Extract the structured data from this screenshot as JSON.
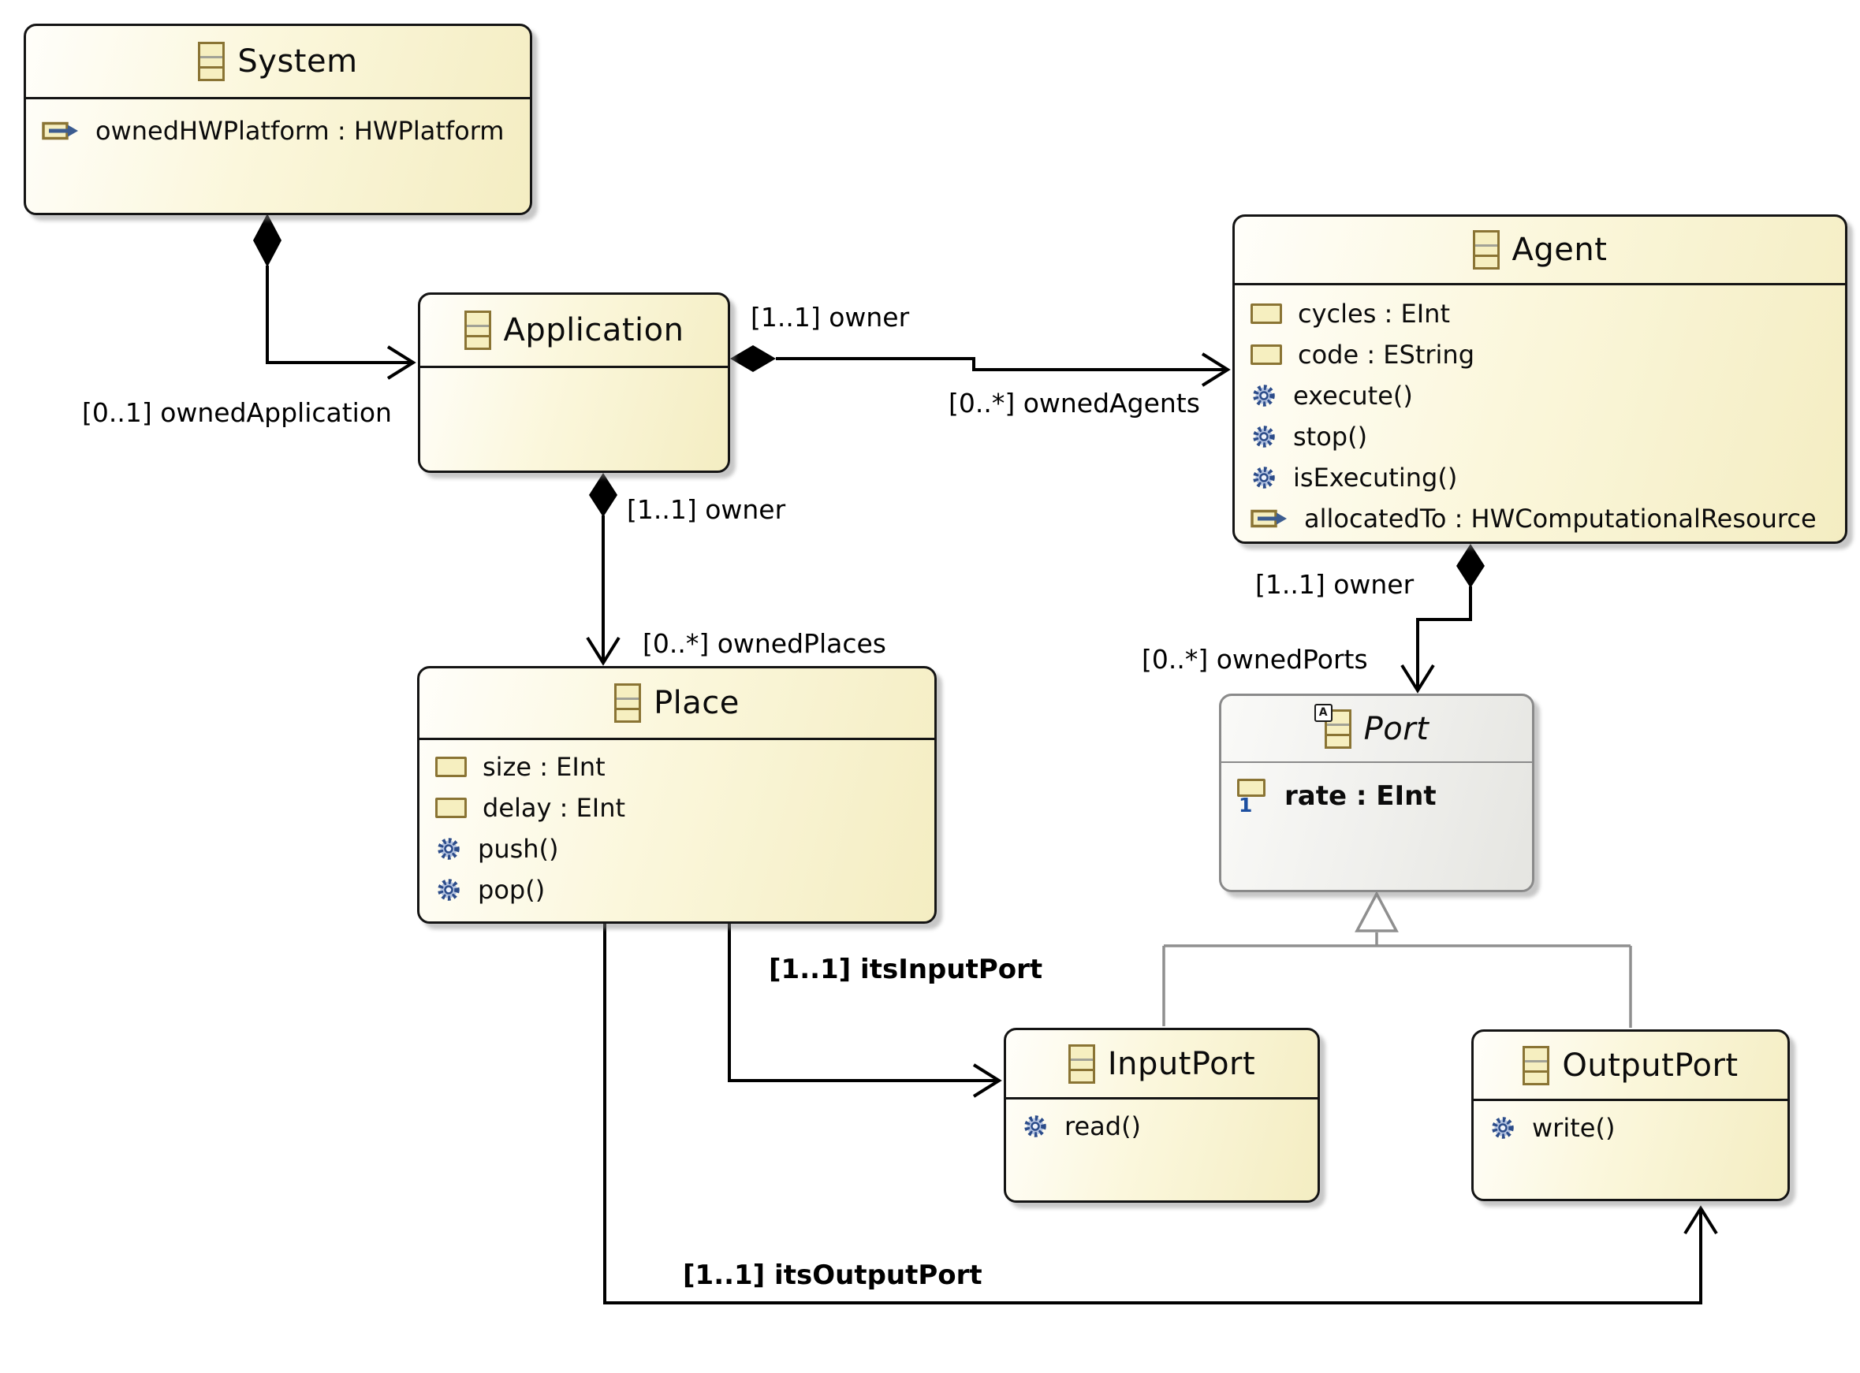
{
  "diagram": {
    "kind": "UML class diagram"
  },
  "colors": {
    "class_fill_start": "#fffefa",
    "class_fill_end": "#f4edc2",
    "class_border": "#141414",
    "abstract_fill_start": "#fafaf8",
    "abstract_fill_end": "#e5e5e1",
    "abstract_border": "#8a8a8a",
    "generalization_line": "#8f8f8f",
    "icon_olive": "#8a7434",
    "icon_fill": "#f6efc0",
    "operation_blue": "#2c4c8a",
    "reference_arrow_blue": "#3c5c90",
    "multiplicity_one_blue": "#1d4fa0"
  },
  "classes": {
    "system": {
      "name": "System",
      "rows": [
        {
          "icon": "reference-icon",
          "text": "ownedHWPlatform : HWPlatform"
        }
      ]
    },
    "application": {
      "name": "Application",
      "rows": []
    },
    "agent": {
      "name": "Agent",
      "rows": [
        {
          "icon": "attribute-icon",
          "text": "cycles : EInt"
        },
        {
          "icon": "attribute-icon",
          "text": "code : EString"
        },
        {
          "icon": "operation-icon",
          "text": "execute()"
        },
        {
          "icon": "operation-icon",
          "text": "stop()"
        },
        {
          "icon": "operation-icon",
          "text": "isExecuting()"
        },
        {
          "icon": "reference-icon",
          "text": "allocatedTo : HWComputationalResource"
        }
      ]
    },
    "place": {
      "name": "Place",
      "rows": [
        {
          "icon": "attribute-icon",
          "text": "size : EInt"
        },
        {
          "icon": "attribute-icon",
          "text": "delay : EInt"
        },
        {
          "icon": "operation-icon",
          "text": "push()"
        },
        {
          "icon": "operation-icon",
          "text": "pop()"
        }
      ]
    },
    "port": {
      "name": "Port",
      "abstract": true,
      "abstract_badge": "A",
      "rows": [
        {
          "icon": "attribute-multiplicity-one-icon",
          "text": "rate : EInt",
          "multiplicity": "1",
          "bold": true
        }
      ]
    },
    "input_port": {
      "name": "InputPort",
      "rows": [
        {
          "icon": "operation-icon",
          "text": "read()"
        }
      ]
    },
    "output_port": {
      "name": "OutputPort",
      "rows": [
        {
          "icon": "operation-icon",
          "text": "write()"
        }
      ]
    }
  },
  "edges": [
    {
      "type": "composition",
      "from": "System",
      "to": "Application",
      "labels": [
        "[0..1] ownedApplication"
      ]
    },
    {
      "type": "composition",
      "from": "Application",
      "to": "Agent",
      "labels": [
        "[1..1] owner",
        "[0..*] ownedAgents"
      ]
    },
    {
      "type": "composition",
      "from": "Application",
      "to": "Place",
      "labels": [
        "[1..1] owner",
        "[0..*] ownedPlaces"
      ]
    },
    {
      "type": "composition",
      "from": "Agent",
      "to": "Port",
      "labels": [
        "[1..1] owner",
        "[0..*] ownedPorts"
      ]
    },
    {
      "type": "generalization",
      "from": "InputPort",
      "to": "Port",
      "labels": []
    },
    {
      "type": "generalization",
      "from": "OutputPort",
      "to": "Port",
      "labels": []
    },
    {
      "type": "reference",
      "from": "Place",
      "to": "InputPort",
      "labels": [
        "[1..1] itsInputPort"
      ]
    },
    {
      "type": "reference",
      "from": "Place",
      "to": "OutputPort",
      "labels": [
        "[1..1] itsOutputPort"
      ]
    }
  ]
}
